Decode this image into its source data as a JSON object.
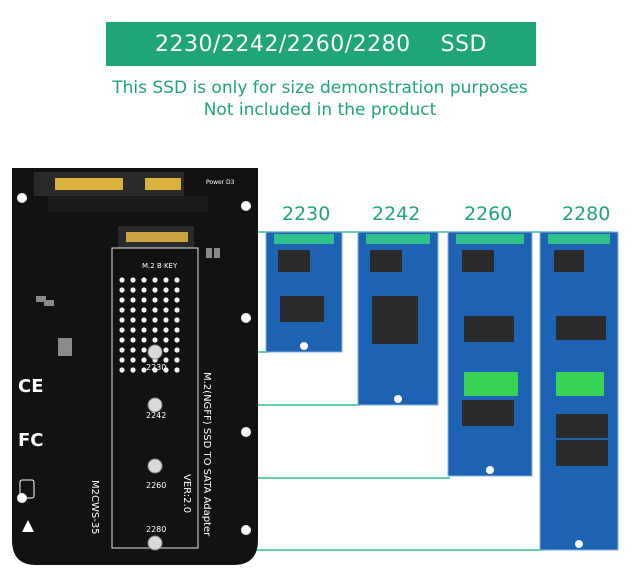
{
  "banner": {
    "title": "2230/2242/2260/2280    SSD"
  },
  "notice": {
    "line1": "This SSD is only for size demonstration purposes",
    "line2": "Not included in the product"
  },
  "sizes": [
    "2230",
    "2242",
    "2260",
    "2280"
  ],
  "board": {
    "slot_label": "M.2 B KEY",
    "title_text": "M.2(NGFF) SSD TO SATA Adapter",
    "version": "VER:2.0",
    "model": "M2CWS-35",
    "marks": [
      "CE",
      "FC"
    ],
    "power_label": "Power   D3"
  },
  "colors": {
    "accent": "#1fa577",
    "board": "#121212",
    "pcb_blue": "#1d62b3",
    "gold": "#d9b33b",
    "connector_green": "#2fc08c"
  }
}
